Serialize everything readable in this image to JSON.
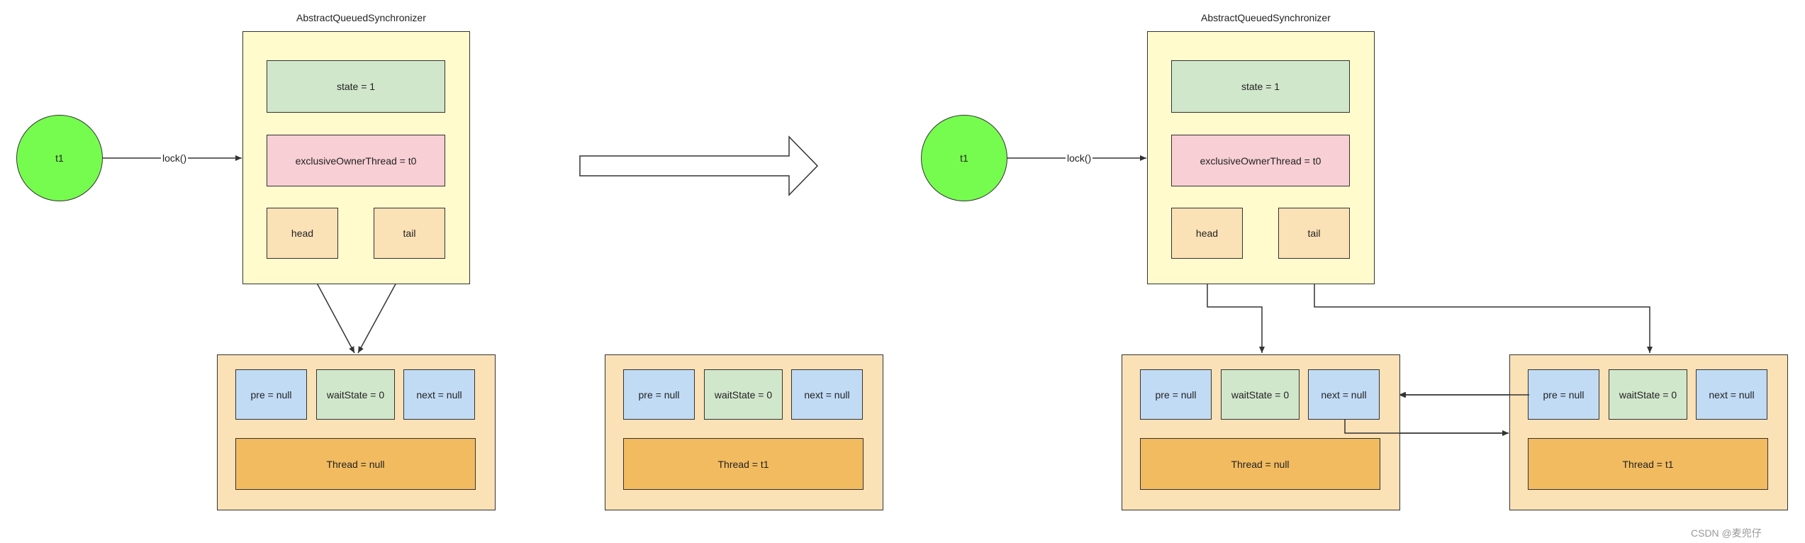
{
  "colors": {
    "aqs_fill": "#fffbcc",
    "state_fill": "#d1e7cc",
    "owner_fill": "#f8cfd5",
    "head_tail_fill": "#fbe1b6",
    "node_fill": "#fbe1b6",
    "pre_next_fill": "#c1dbf5",
    "waitstate_fill": "#d1e7cc",
    "thread_fill": "#f2bb60",
    "thread_circle_fill": "#76fc4f",
    "stroke": "#333333"
  },
  "left": {
    "title": "AbstractQueuedSynchronizer",
    "thread": "t1",
    "edge_label": "lock()",
    "state": "state = 1",
    "owner": "exclusiveOwnerThread = t0",
    "head": "head",
    "tail": "tail",
    "node": {
      "pre": "pre = null",
      "waitState": "waitState = 0",
      "next": "next = null",
      "thread": "Thread = null"
    }
  },
  "new_node": {
    "pre": "pre = null",
    "waitState": "waitState = 0",
    "next": "next = null",
    "thread": "Thread = t1"
  },
  "right": {
    "title": "AbstractQueuedSynchronizer",
    "thread": "t1",
    "edge_label": "lock()",
    "state": "state = 1",
    "owner": "exclusiveOwnerThread = t0",
    "head": "head",
    "tail": "tail",
    "node1": {
      "pre": "pre = null",
      "waitState": "waitState = 0",
      "next": "next = null",
      "thread": "Thread = null"
    },
    "node2": {
      "pre": "pre = null",
      "waitState": "waitState = 0",
      "next": "next = null",
      "thread": "Thread = t1"
    }
  },
  "watermark": "CSDN @麦兜仔"
}
